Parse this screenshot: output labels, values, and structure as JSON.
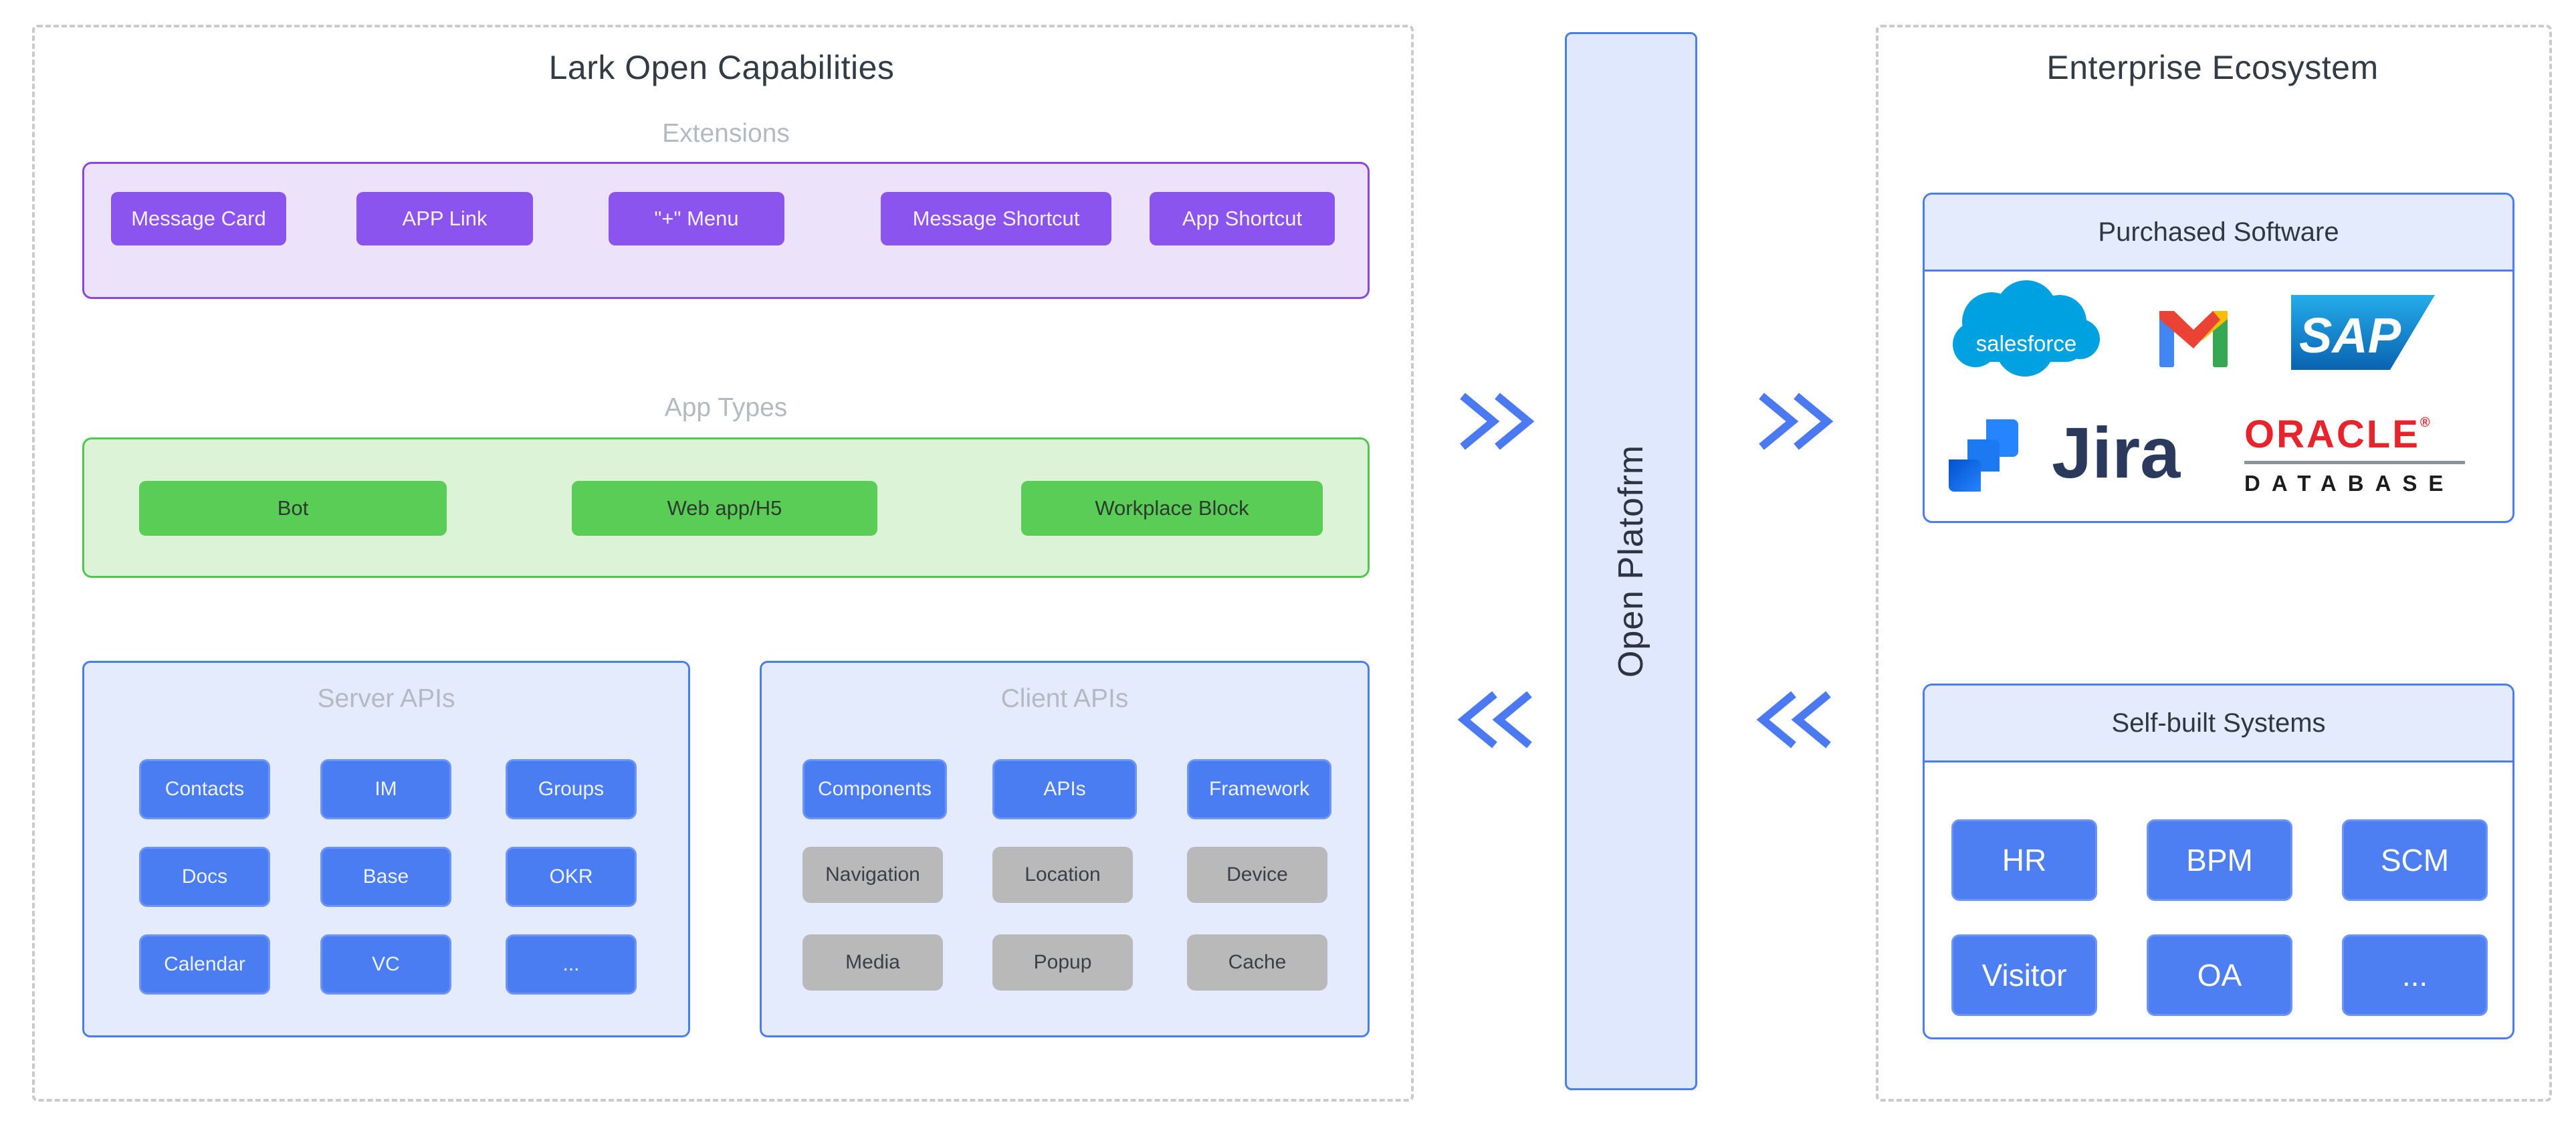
{
  "colors": {
    "accent_blue": "#4a7cf2",
    "purple": "#8b54ee",
    "purple_container": "#ece2fa",
    "green": "#59cd55",
    "green_container": "#ddf3d7",
    "gray_button": "#b9b9b9",
    "blue_container": "#e4ebfc",
    "dashed_border": "#c9cacc",
    "salesforce_blue": "#00a1e0",
    "oracle_red": "#e9232b",
    "jira_navy": "#2b3a5c"
  },
  "left_panel": {
    "title": "Lark Open Capabilities",
    "extensions": {
      "label": "Extensions",
      "buttons": [
        "Message Card",
        "APP Link",
        "\"+\" Menu",
        "Message Shortcut",
        "App Shortcut"
      ]
    },
    "app_types": {
      "label": "App Types",
      "buttons": [
        "Bot",
        "Web app/H5",
        "Workplace Block"
      ]
    },
    "server_apis": {
      "label": "Server APIs",
      "buttons": [
        "Contacts",
        "IM",
        "Groups",
        "Docs",
        "Base",
        "OKR",
        "Calendar",
        "VC",
        "..."
      ]
    },
    "client_apis": {
      "label": "Client APIs",
      "buttons_blue": [
        "Components",
        "APIs",
        "Framework"
      ],
      "buttons_gray": [
        "Navigation",
        "Location",
        "Device",
        "Media",
        "Popup",
        "Cache"
      ]
    }
  },
  "platform": {
    "label": "Open Platofrm"
  },
  "arrows": {
    "top_direction": "right",
    "bottom_direction": "left"
  },
  "right_panel": {
    "title": "Enterprise Ecosystem",
    "purchased_software": {
      "label": "Purchased Software",
      "logos": {
        "salesforce": "salesforce",
        "sap": "SAP",
        "jira": "Jira",
        "oracle_line1": "ORACLE",
        "oracle_reg": "®",
        "oracle_line2": "DATABASE"
      }
    },
    "self_built": {
      "label": "Self-built Systems",
      "buttons": [
        "HR",
        "BPM",
        "SCM",
        "Visitor",
        "OA",
        "..."
      ]
    }
  }
}
